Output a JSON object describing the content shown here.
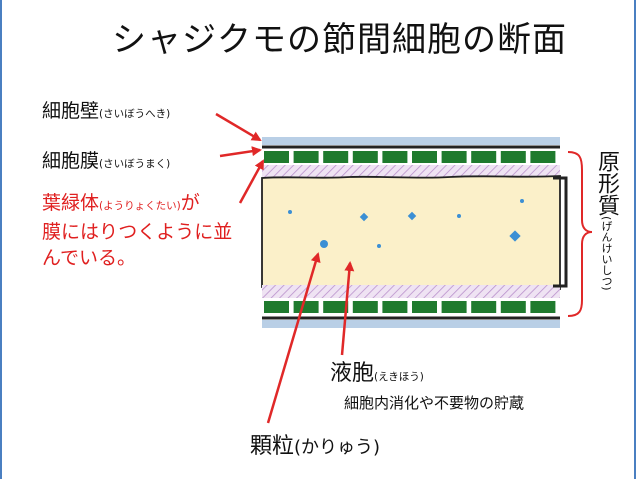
{
  "title": "シャジクモの節間細胞の断面",
  "labels": {
    "cell_wall": {
      "main": "細胞壁",
      "reading": "(さいぼうへき)"
    },
    "cell_membrane": {
      "main": "細胞膜",
      "reading": "(さいぼうまく)"
    },
    "chloroplast": {
      "main": "葉緑体",
      "reading": "(ようりょくたい)",
      "rest_line1": "が",
      "line2": "膜にはりつくように並",
      "line3": "んでいる。"
    },
    "protoplasm": {
      "main": "原形質",
      "reading": "(げんけいしつ)"
    },
    "vacuole": {
      "main": "液胞",
      "reading": "(えきほう)",
      "note": "細胞内消化や不要物の貯蔵"
    },
    "granule": {
      "main": "顆粒",
      "reading": "(かりゅう)"
    }
  },
  "colors": {
    "arrow": "#e02828",
    "chloroplast": "#1f7a2e",
    "membrane_pattern": "#c9a6d6",
    "vacuole": "#fbf0c9",
    "wall": "#b9cfe6",
    "granule": "#3b8fd4",
    "frame": "#4a7fc1"
  }
}
